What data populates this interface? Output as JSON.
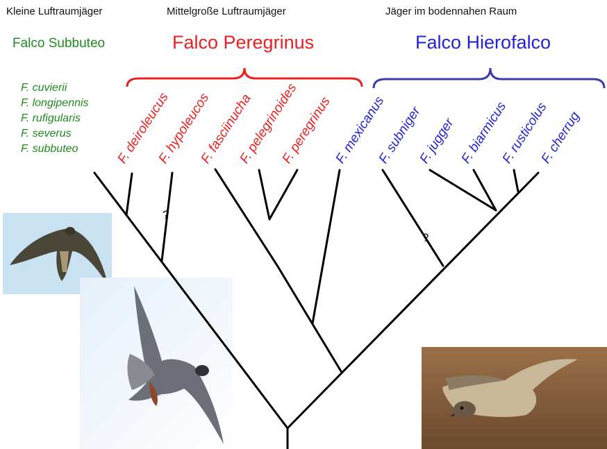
{
  "categories": {
    "small": "Kleine Luftraumjäger",
    "medium": "Mittelgroße Luftraumjäger",
    "ground": "Jäger im bodennahen Raum"
  },
  "groups": {
    "subbuteo": "Falco Subbuteo",
    "peregrinus": "Falco Peregrinus",
    "hierofalco": "Falco Hierofalco"
  },
  "green_species": [
    "F. cuvierii",
    "F. longipennis",
    "F. rufigularis",
    "F. severus",
    "F. subbuteo"
  ],
  "red_species": [
    "F. deiroleucus",
    "F. hypoleucos",
    "F. fasciinucha",
    "F. pelegrinoides",
    "F. peregrinus"
  ],
  "blue_species": [
    "F. mexicanus",
    "F. subniger",
    "F. jugger",
    "F. biarmicus",
    "F. rusticolus",
    "F. cherrug"
  ],
  "uncertain_marks": [
    "?",
    "?"
  ],
  "colors": {
    "green": "#1f8a1f",
    "red": "#e8201f",
    "blue": "#2323d6",
    "blue_bracket": "#3b3bb0",
    "tree": "#000000"
  },
  "icons": [
    "hobby-falcon-photo",
    "peregrine-falcon-photo",
    "saker-falcon-photo"
  ]
}
